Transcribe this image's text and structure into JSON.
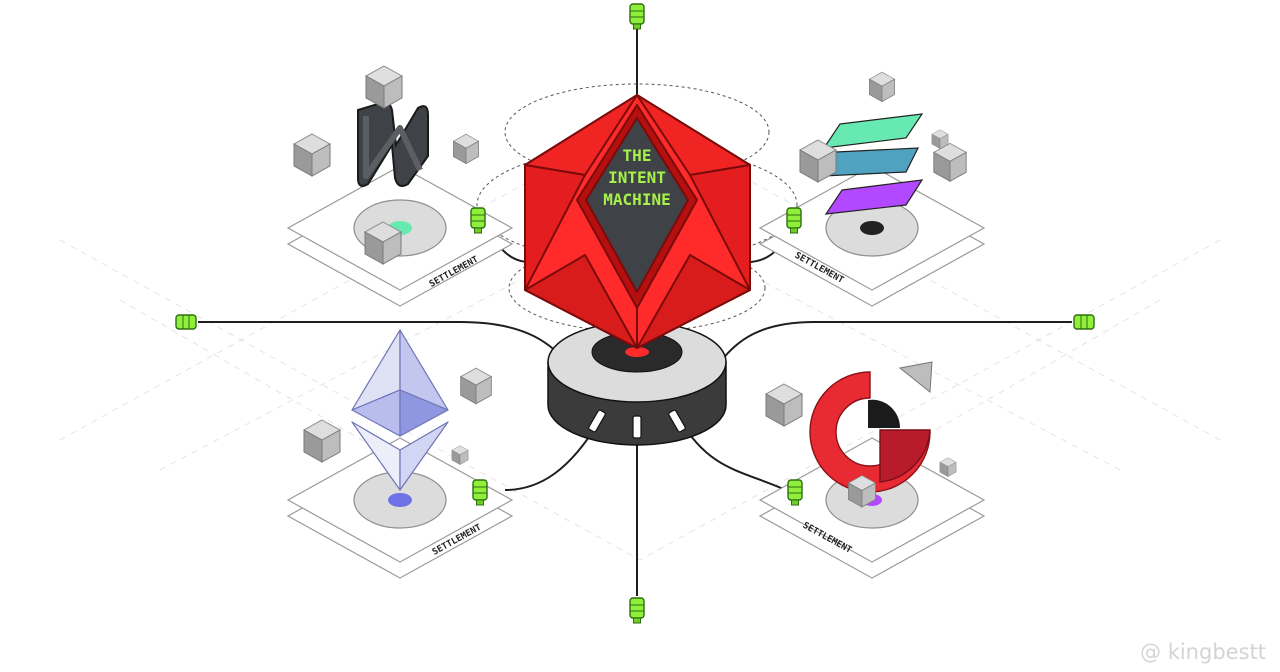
{
  "title_lines": [
    "THE",
    "INTENT",
    "MACHINE"
  ],
  "settlement_label": "SETTLEMENT",
  "watermark": "@ kingbestt",
  "colors": {
    "red": "#ff2a2a",
    "dark_red": "#b60f0f",
    "title_green": "#a6f24a",
    "connector_green": "#8fef3a",
    "near_dark": "#3f4246",
    "sol_green": "#67e9b2",
    "sol_blue": "#4fa3c0",
    "sol_purple": "#b248ff",
    "eth_light": "#dfe1f5",
    "eth_mid": "#8f97e0",
    "eth_dot": "#6e72e6",
    "axelar_red": "#e82a32",
    "axelar_dark_red": "#b81c2b"
  },
  "nodes": [
    {
      "name": "near",
      "icon": "near-logo-icon",
      "has_settlement_label": true
    },
    {
      "name": "solana",
      "icon": "solana-logo-icon",
      "has_settlement_label": true
    },
    {
      "name": "ethereum",
      "icon": "ethereum-logo-icon",
      "has_settlement_label": true
    },
    {
      "name": "axelar",
      "icon": "axelar-logo-icon",
      "has_settlement_label": true
    }
  ]
}
